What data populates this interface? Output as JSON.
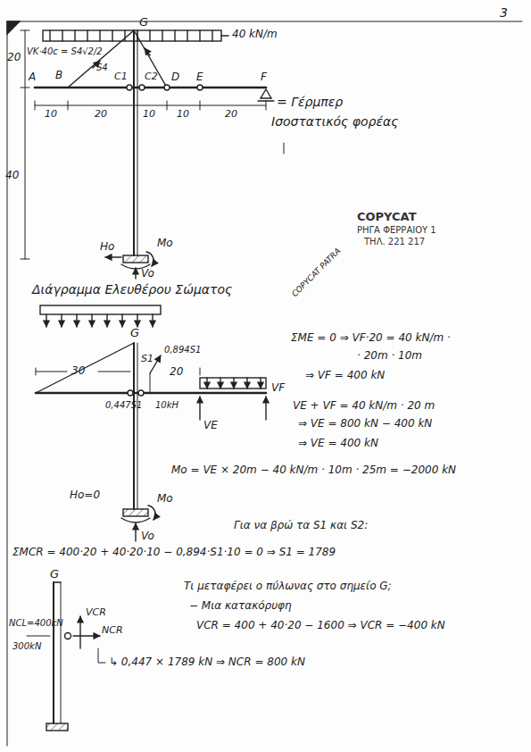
{
  "diagram": {
    "labels": [
      "3",
      "40 kN/m",
      "G",
      "VK·40c = S4√2/2",
      "S4",
      "20",
      "A",
      "B",
      "C1",
      "C2",
      "D",
      "E",
      "F",
      "10",
      "20",
      "10",
      "10",
      "20",
      "40",
      "Ho",
      "Mo",
      "Vo",
      "= Γέρμπερ",
      "Ισοστατικός φορέας",
      "COPYCAT",
      "ΡΗΓΑ ΦΕΡΡΑΙΟΥ 1",
      "ΤΗΛ. 221 217",
      "COPYCAT PATRA",
      "Διάγραμμα Ελευθέρου Σώματος",
      "G",
      "S1",
      "0,894S1",
      "0,447S1",
      "10kH",
      "30",
      "20",
      "VE",
      "VF",
      "Ho=0",
      "Mo",
      "Vo",
      "ΣME = 0 ⇒ VF·20 = 40 kN/m ·",
      "· 20m · 10m",
      "⇒ VF = 400 kN",
      "VE + VF = 40 kN/m · 20 m",
      "⇒ VE = 800 kN − 400 kN",
      "⇒ VE = 400 kN",
      "Mo = VE × 20m − 40 kN/m · 10m · 25m = −2000 kN",
      "Για να βρώ τα S1 και S2:",
      "ΣMCR = 400·20 + 40·20·10 − 0,894·S1·10 = 0 ⇒ S1 = 1789",
      "G",
      "VCR",
      "NCL=400kN",
      "300kN",
      "NCR",
      "Τι μεταφέρει ο πύλωνας στο σημείο G;",
      "− Μια κατακόρυφη",
      "VCR = 400 + 40·20 − 1600 ⇒ VCR = −400 kN",
      "↳ 0,447 × 1789 kN ⇒ NCR = 800 kN"
    ]
  }
}
